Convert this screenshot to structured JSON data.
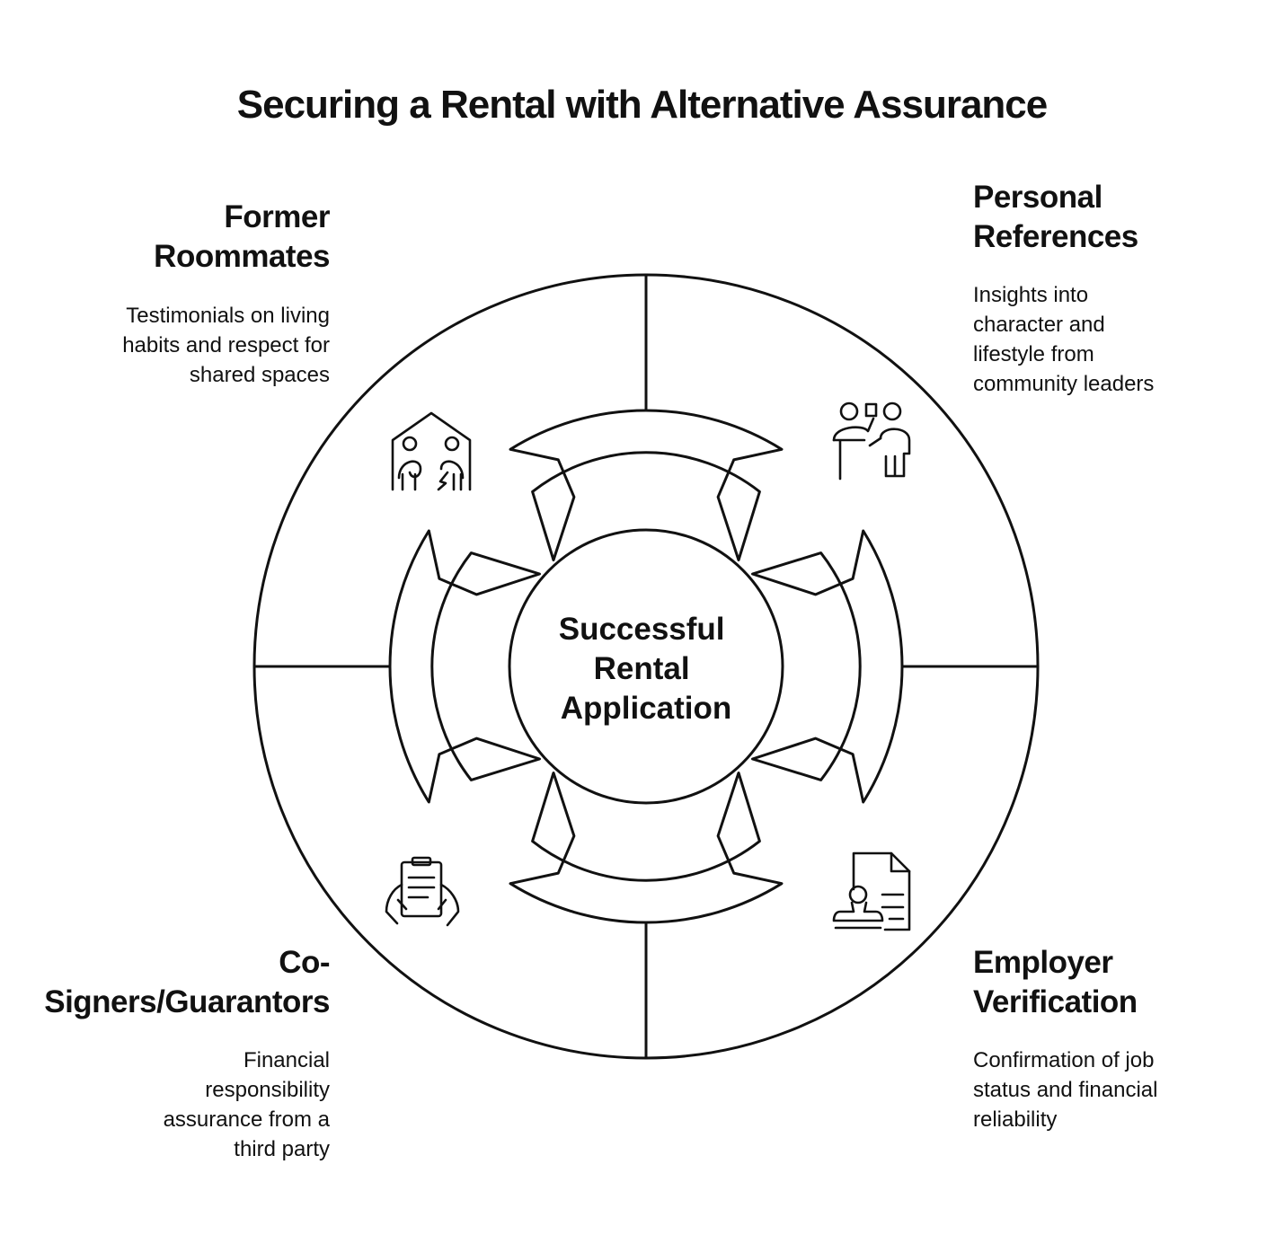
{
  "title": "Securing a Rental with Alternative Assurance",
  "center": {
    "lines": [
      "Successful",
      "Rental",
      "Application"
    ]
  },
  "sections": {
    "former_roommates": {
      "heading_lines": [
        "Former",
        "Roommates"
      ],
      "description_lines": [
        "Testimonials on living",
        "habits and respect for",
        "shared spaces"
      ],
      "icon": "roommates-house-icon"
    },
    "personal_references": {
      "heading_lines": [
        "Personal",
        "References"
      ],
      "description_lines": [
        "Insights into",
        "character and",
        "lifestyle from",
        "community leaders"
      ],
      "icon": "presenter-icon"
    },
    "co_signers": {
      "heading_lines": [
        "Co-",
        "Signers/Guarantors"
      ],
      "description_lines": [
        "Financial",
        "responsibility",
        "assurance from a",
        "third party"
      ],
      "icon": "hands-document-icon"
    },
    "employer_verification": {
      "heading_lines": [
        "Employer",
        "Verification"
      ],
      "description_lines": [
        "Confirmation of job",
        "status and financial",
        "reliability"
      ],
      "icon": "stamp-document-icon"
    }
  },
  "colors": {
    "stroke": "#111111",
    "background": "#ffffff"
  }
}
